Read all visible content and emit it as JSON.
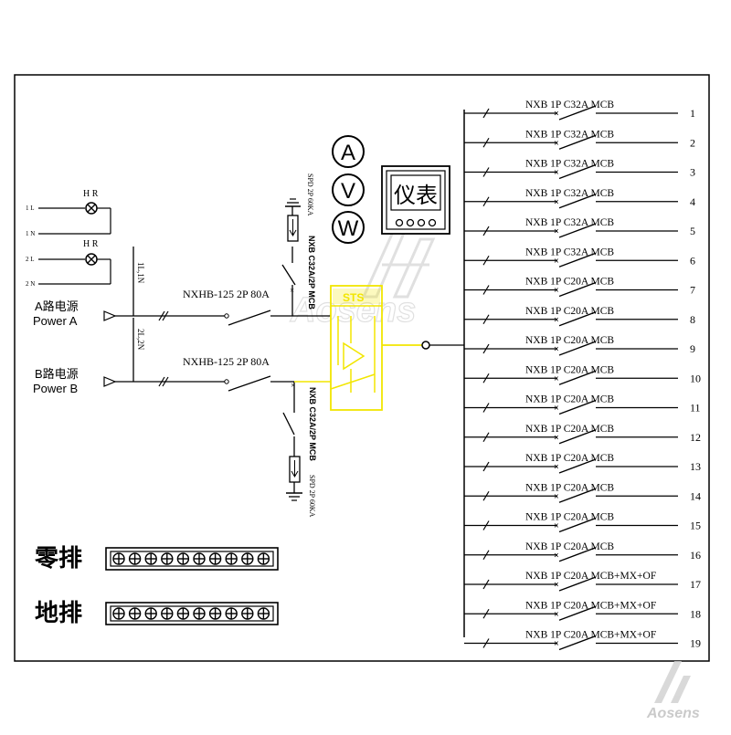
{
  "sources": {
    "a_label_cn": "A路电源",
    "a_label_en": "Power A",
    "b_label_cn": "B路电源",
    "b_label_en": "Power B",
    "a_wire_tag": "1L,1N",
    "b_wire_tag": "2L,2N",
    "a_breaker": "NXHB-125  2P  80A",
    "b_breaker": "NXHB-125  2P  80A"
  },
  "indicators": {
    "hr_label": "H R",
    "rows": [
      {
        "l": "1 L",
        "n": "1 N"
      },
      {
        "l": "2 L",
        "n": "2 N"
      }
    ]
  },
  "spd": {
    "top_mcb": "NXB C32A/2P MCB",
    "top_spd": "SPD 2P 60KA",
    "bottom_mcb": "NXB C32A/2P MCB",
    "bottom_spd": "SPD 2P 60KA"
  },
  "meters": {
    "a": "A",
    "v": "V",
    "w": "W",
    "panel": "仪表"
  },
  "sts_label": "STS",
  "busbars": {
    "neutral": "零排",
    "ground": "地排",
    "terminal_count": 10
  },
  "watermark": "Aosens",
  "branches": [
    {
      "label": "NXB  1P  C32A  MCB",
      "num": "1"
    },
    {
      "label": "NXB  1P  C32A  MCB",
      "num": "2"
    },
    {
      "label": "NXB  1P  C32A  MCB",
      "num": "3"
    },
    {
      "label": "NXB  1P  C32A  MCB",
      "num": "4"
    },
    {
      "label": "NXB  1P  C32A  MCB",
      "num": "5"
    },
    {
      "label": "NXB  1P  C32A  MCB",
      "num": "6"
    },
    {
      "label": "NXB  1P  C20A  MCB",
      "num": "7"
    },
    {
      "label": "NXB  1P  C20A  MCB",
      "num": "8"
    },
    {
      "label": "NXB  1P  C20A  MCB",
      "num": "9"
    },
    {
      "label": "NXB  1P  C20A  MCB",
      "num": "10"
    },
    {
      "label": "NXB  1P  C20A  MCB",
      "num": "11"
    },
    {
      "label": "NXB  1P  C20A  MCB",
      "num": "12"
    },
    {
      "label": "NXB  1P  C20A  MCB",
      "num": "13"
    },
    {
      "label": "NXB  1P  C20A  MCB",
      "num": "14"
    },
    {
      "label": "NXB  1P  C20A  MCB",
      "num": "15"
    },
    {
      "label": "NXB  1P  C20A  MCB",
      "num": "16"
    },
    {
      "label": "NXB  1P  C20A  MCB+MX+OF",
      "num": "17"
    },
    {
      "label": "NXB  1P  C20A  MCB+MX+OF",
      "num": "18"
    },
    {
      "label": "NXB  1P  C20A  MCB+MX+OF",
      "num": "19"
    }
  ],
  "colors": {
    "line": "#000000",
    "sts": "#f2e600",
    "watermark": "#c8c8c8"
  }
}
